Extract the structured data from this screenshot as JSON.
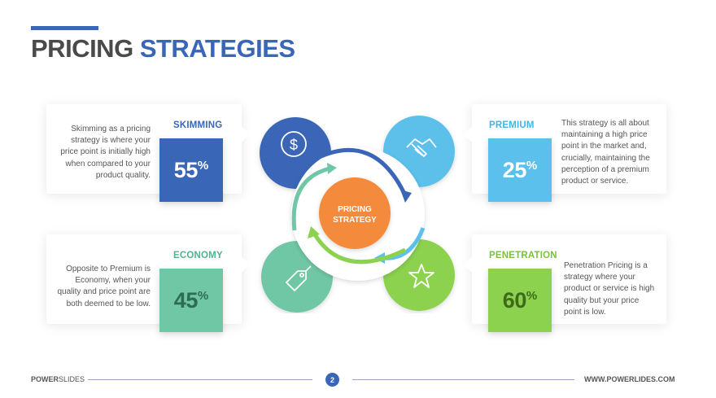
{
  "header": {
    "title_part1": "PRICING",
    "title_part2": "STRATEGIES"
  },
  "center": {
    "line1": "PRICING",
    "line2": "STRATEGY"
  },
  "strategies": [
    {
      "label": "SKIMMING",
      "percent": "55",
      "symbol": "%",
      "color": "#3a66b7",
      "icon": "dollar-icon",
      "desc": [
        "Skimming as a pricing",
        "strategy is where your",
        "price point is initially high",
        "when compared to your",
        "product quality."
      ]
    },
    {
      "label": "PREMIUM",
      "percent": "25",
      "symbol": "%",
      "color": "#5bc0eb",
      "icon": "handshake-icon",
      "desc": [
        "This strategy is all about",
        "maintaining a high price",
        "point in the market and,",
        "crucially, maintaining the",
        "perception of a premium",
        "product or service."
      ]
    },
    {
      "label": "ECONOMY",
      "percent": "45",
      "symbol": "%",
      "color": "#6fc7a6",
      "icon": "price-tag-icon",
      "desc": [
        "Opposite to Premium is",
        "Economy, when your",
        "quality and price point are",
        "both deemed to be low."
      ]
    },
    {
      "label": "PENETRATION",
      "percent": "60",
      "symbol": "%",
      "color": "#8cd24f",
      "icon": "star-icon",
      "desc": [
        "Penetration Pricing is a",
        "strategy where your",
        "product or service is high",
        "quality but your price",
        "point is low."
      ]
    }
  ],
  "colors": {
    "center": "#f48a3a",
    "title_dark": "#4a4a4a",
    "accent": "#3a66b7"
  },
  "footer": {
    "brand_part1": "POWER",
    "brand_part2": "SLIDES",
    "page": "2",
    "url": "WWW.POWERLIDES.COM"
  }
}
